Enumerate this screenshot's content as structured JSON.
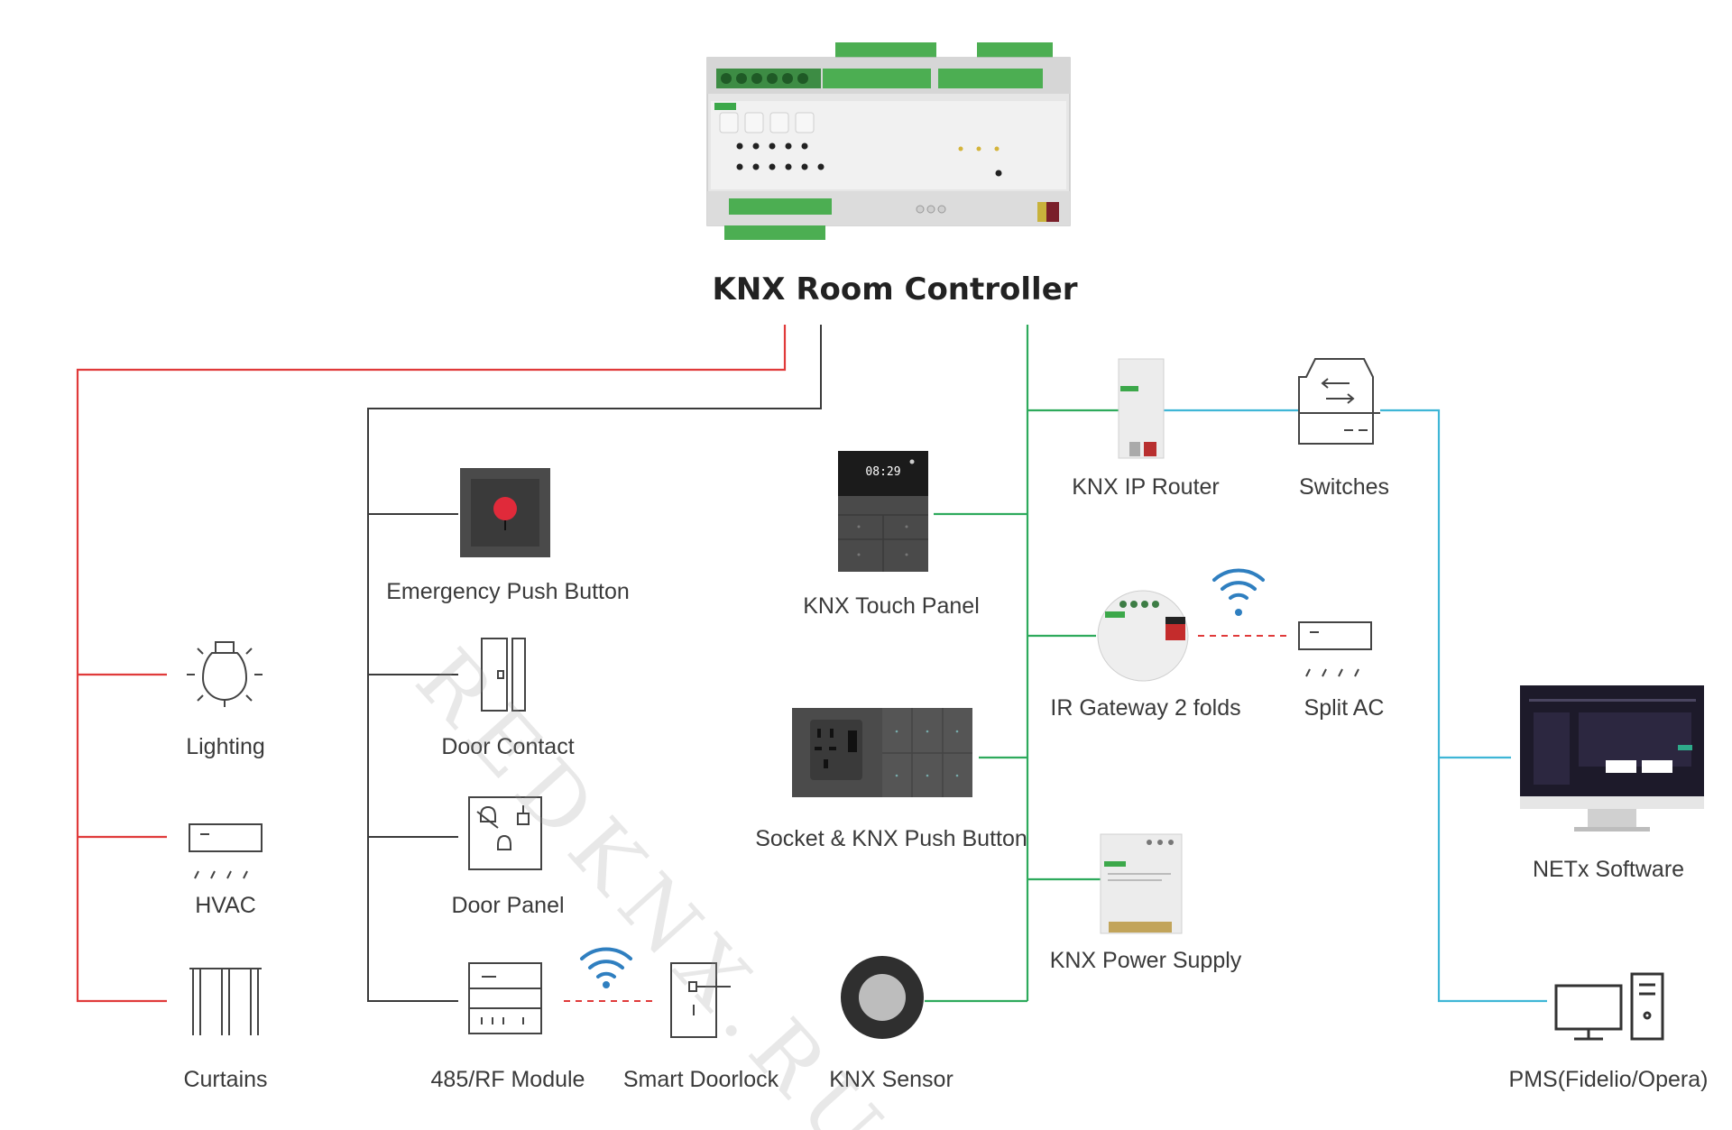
{
  "title": "KNX Room Controller",
  "colors": {
    "red_line": "#e03a3a",
    "dark_line": "#3a3a3a",
    "green_line": "#2eaa5c",
    "cyan_line": "#3fb6d6",
    "wifi_blue": "#2f7fc0"
  },
  "devices": {
    "emergency_push_button": "Emergency Push Button",
    "door_contact": "Door Contact",
    "door_panel": "Door Panel",
    "rf_module": "485/RF Module",
    "smart_doorlock": "Smart Doorlock",
    "lighting": "Lighting",
    "hvac": "HVAC",
    "curtains": "Curtains",
    "knx_touch_panel": "KNX Touch Panel",
    "socket_push_button": "Socket & KNX Push Button",
    "knx_sensor": "KNX Sensor",
    "knx_ip_router": "KNX IP Router",
    "switches": "Switches",
    "ir_gateway": "IR Gateway 2 folds",
    "split_ac": "Split AC",
    "knx_power_supply": "KNX Power Supply",
    "netx_software": "NETx Software",
    "pms": "PMS(Fidelio/Opera)"
  },
  "touch_panel_time": "08:29",
  "watermark": "REDKNX.RU"
}
